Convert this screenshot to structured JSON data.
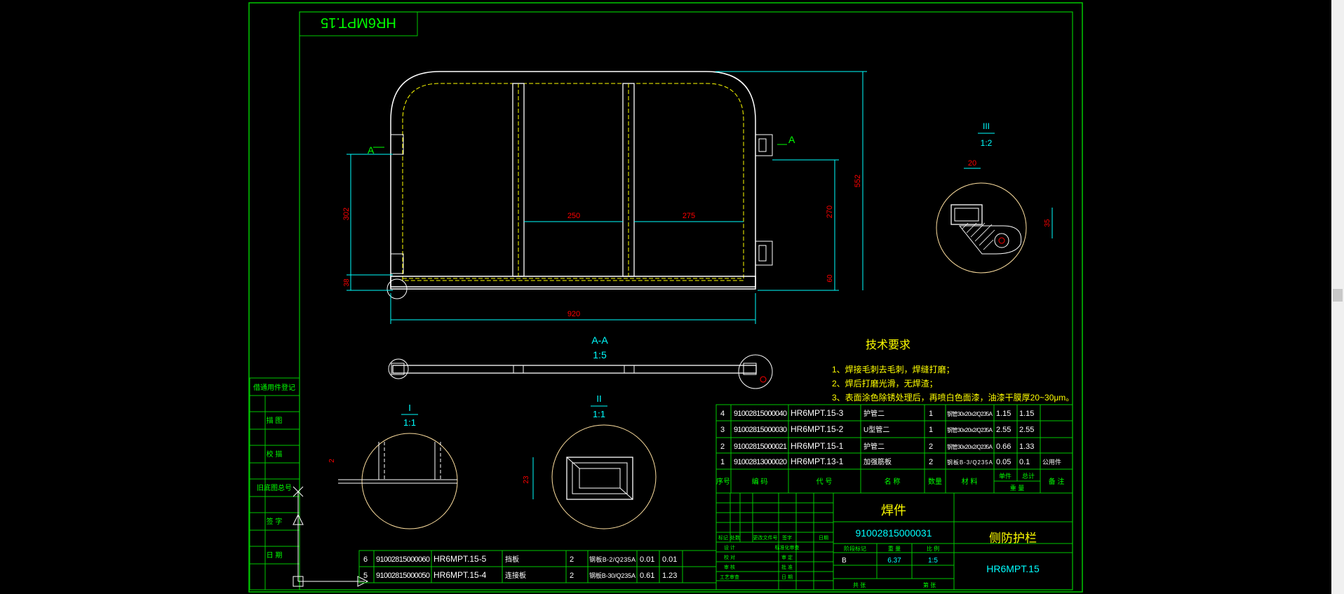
{
  "drawing": {
    "ref_code": "HR6MPT.15",
    "views": {
      "section_aa": {
        "label": "A-A",
        "scale": "1:5"
      },
      "detail_1": {
        "label": "I",
        "scale": "1:1",
        "dim": "2"
      },
      "detail_2": {
        "label": "II",
        "scale": "1:1",
        "dim": "23"
      },
      "detail_3": {
        "label": "III",
        "scale": "1:2",
        "dim_w": "20",
        "dim_h": "35"
      }
    },
    "section_marks": {
      "left": "A",
      "right": "A"
    },
    "dimensions": {
      "d302": "302",
      "d38": "38",
      "d250": "250",
      "d275": "275",
      "d920": "920",
      "d270": "270",
      "d60": "60",
      "d552": "552"
    },
    "tech_requirements": {
      "title": "技术要求",
      "items": [
        "1、焊接毛刺去毛刺，焊缝打磨；",
        "2、焊后打磨光滑，无焊渣；",
        "3、表面涂色除锈处理后，再喷白色面漆，油漆干膜厚20~30μm。"
      ]
    },
    "left_stamp_labels": [
      "借通用件登记",
      "描 图",
      "校 描",
      "旧底图总号",
      "签 字",
      "日 期"
    ],
    "bom_upper": {
      "rows": [
        {
          "no": "4",
          "code": "91002815000040",
          "ref": "HR6MPT.15-3",
          "name": "护管二",
          "qty": "1",
          "material": "钢管30x20x2/Q235A",
          "unit": "1.15",
          "total": "1.15",
          "note": ""
        },
        {
          "no": "3",
          "code": "91002815000030",
          "ref": "HR6MPT.15-2",
          "name": "U型管二",
          "qty": "1",
          "material": "钢管30x20x2/Q235A",
          "unit": "2.55",
          "total": "2.55",
          "note": ""
        },
        {
          "no": "2",
          "code": "91002815000021",
          "ref": "HR6MPT.15-1",
          "name": "护管二",
          "qty": "2",
          "material": "钢管30x20x2/Q235A",
          "unit": "0.66",
          "total": "1.33",
          "note": ""
        },
        {
          "no": "1",
          "code": "91002813000020",
          "ref": "HR6MPT.13-1",
          "name": "加强筋板",
          "qty": "2",
          "material": "钢板B-3/Q235A",
          "unit": "0.05",
          "total": "0.1",
          "note": "公用件"
        }
      ],
      "header": {
        "no": "序号",
        "code": "编 码",
        "ref": "代 号",
        "name": "名 称",
        "qty": "数量",
        "material": "材 料",
        "unit": "单件",
        "total": "总计",
        "weight": "重 量",
        "note": "备 注"
      }
    },
    "bom_lower": {
      "rows": [
        {
          "no": "6",
          "code": "91002815000060",
          "ref": "HR6MPT.15-5",
          "name": "挡板",
          "qty": "2",
          "material": "钢板B-2/Q235A",
          "unit": "0.01",
          "total": "0.01"
        },
        {
          "no": "5",
          "code": "91002815000050",
          "ref": "HR6MPT.15-4",
          "name": "连接板",
          "qty": "2",
          "material": "钢板B-30/Q235A",
          "unit": "0.61",
          "total": "1.23"
        }
      ]
    },
    "title_block": {
      "type_label": "焊件",
      "part_code": "91002815000031",
      "part_name": "侧防护栏",
      "drawing_no": "HR6MPT.15",
      "stage": "B",
      "weight": "6.37",
      "scale": "1:5",
      "sign_rows": [
        "标记",
        "处数",
        "更改文件号",
        "签字",
        "日期"
      ],
      "roles": [
        "设 计",
        "校 对",
        "审 核",
        "工艺审查"
      ],
      "roles2": [
        "标准化审查",
        "审 定",
        "批 准",
        "日 期"
      ],
      "heads": [
        "阶段标记",
        "重 量",
        "比 例"
      ],
      "foot": [
        "共 张",
        "第 张"
      ]
    }
  }
}
